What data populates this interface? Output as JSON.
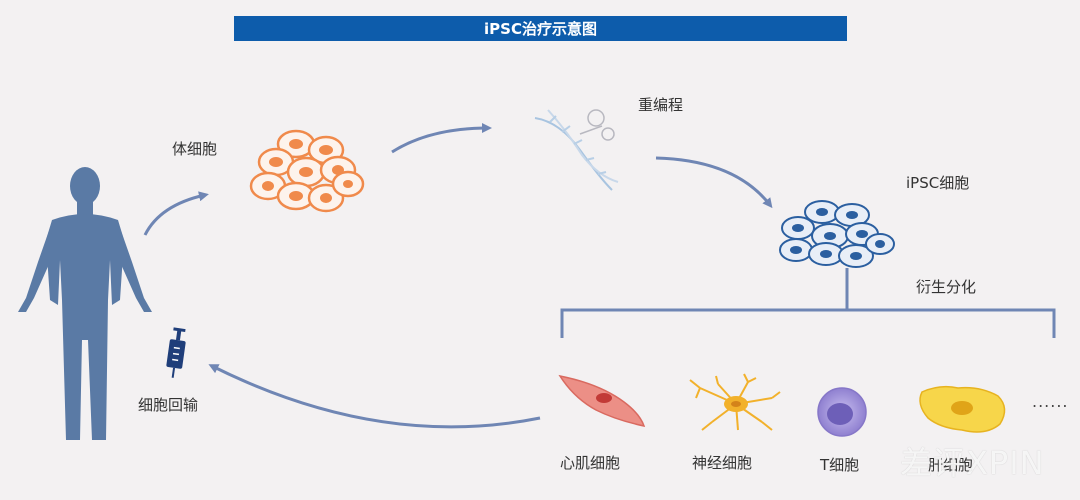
{
  "title": "iPSC治疗示意图",
  "labels": {
    "somatic": "体细胞",
    "reprogram": "重编程",
    "ipsc": "iPSC细胞",
    "differentiation": "衍生分化",
    "reinfusion": "细胞回输",
    "cardiomyocyte": "心肌细胞",
    "neuron": "神经细胞",
    "tcell": "T细胞",
    "other": "肝细胞",
    "ellipsis": "......"
  },
  "watermark": "差评XPIN",
  "colors": {
    "title_bg": "#0d5cab",
    "body_silhouette": "#5a7aa5",
    "arrow": "#6f86b4",
    "somatic_cell": "#f08a4b",
    "ipsc_cell": "#2b5fa0",
    "cardio": "#e8736b",
    "neuron": "#f2b12b",
    "tcell": "#9b8bd6"
  },
  "icons": [
    "human-body-icon",
    "syringe-icon",
    "dna-icon"
  ]
}
